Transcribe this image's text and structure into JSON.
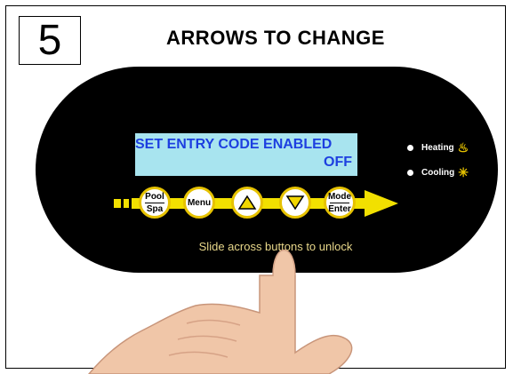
{
  "step_number": "5",
  "heading": "ARROWS TO CHANGE",
  "lcd": {
    "line1": "SET ENTRY CODE ENABLED",
    "line2": "OFF"
  },
  "indicators": [
    {
      "label": "Heating",
      "icon": "heating-icon"
    },
    {
      "label": "Cooling",
      "icon": "cooling-icon"
    }
  ],
  "buttons": {
    "pool_spa": {
      "top": "Pool",
      "bottom": "Spa"
    },
    "menu": "Menu",
    "up": "up-arrow-icon",
    "down": "down-arrow-icon",
    "mode_enter": {
      "top": "Mode",
      "bottom": "Enter"
    }
  },
  "slide_hint": "Slide across buttons to unlock",
  "colors": {
    "panel": "#000000",
    "lcd_bg": "#a8e4ef",
    "lcd_text": "#1d3fe0",
    "accent_yellow": "#e6c200"
  }
}
